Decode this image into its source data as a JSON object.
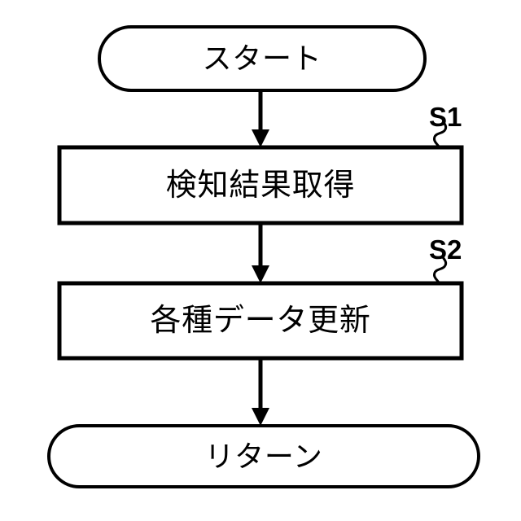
{
  "diagram": {
    "type": "flowchart",
    "orientation": "top-to-bottom",
    "language": "ja",
    "stroke_color": "#000000",
    "fill_color": "#ffffff",
    "nodes": [
      {
        "id": "start",
        "shape": "terminator",
        "label": "スタート",
        "step_tag": ""
      },
      {
        "id": "step1",
        "shape": "process",
        "label": "検知結果取得",
        "step_tag": "S1"
      },
      {
        "id": "step2",
        "shape": "process",
        "label": "各種データ更新",
        "step_tag": "S2"
      },
      {
        "id": "return",
        "shape": "terminator",
        "label": "リターン",
        "step_tag": ""
      }
    ],
    "edges": [
      {
        "from": "start",
        "to": "step1",
        "label": ""
      },
      {
        "from": "step1",
        "to": "step2",
        "label": ""
      },
      {
        "from": "step2",
        "to": "return",
        "label": ""
      }
    ]
  }
}
